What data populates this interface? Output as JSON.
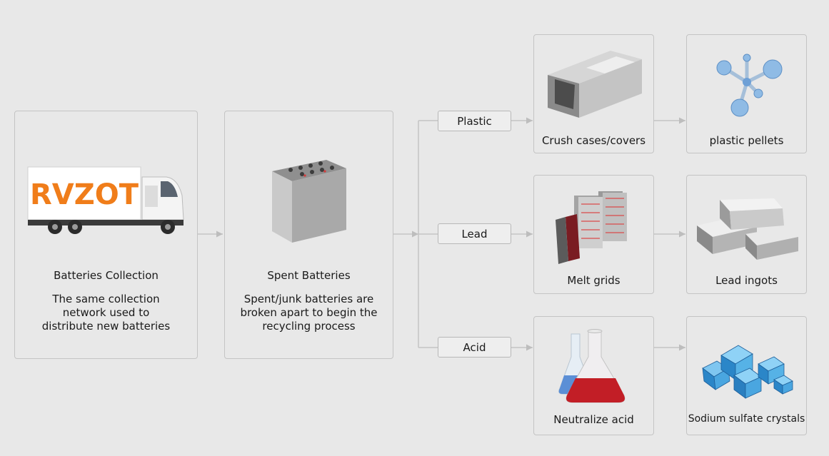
{
  "collection": {
    "logo_text": "RVZOT",
    "title": "Batteries Collection",
    "description": [
      "The same collection",
      "network used to",
      "distribute new batteries"
    ]
  },
  "spent": {
    "title": "Spent Batteries",
    "description": [
      "Spent/junk batteries are",
      "broken apart to begin the",
      "recycling process"
    ]
  },
  "branches": [
    {
      "label": "Plastic",
      "process": "Crush cases/covers",
      "product": "plastic pellets"
    },
    {
      "label": "Lead",
      "process": "Melt grids",
      "product": "Lead ingots"
    },
    {
      "label": "Acid",
      "process": "Neutralize acid",
      "product": "Sodium sulfate crystals"
    }
  ],
  "colors": {
    "background": "#e8e8e8",
    "border": "#c4c4c4",
    "logo": "#f07d1a",
    "connector": "#bdbdbd"
  }
}
